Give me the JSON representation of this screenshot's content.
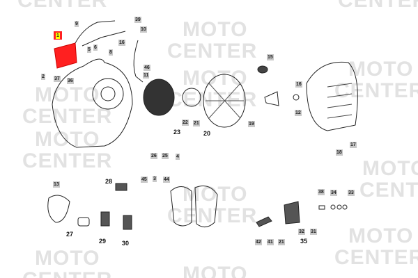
{
  "watermark": {
    "line1": "MOTO",
    "line2": "CENTER"
  },
  "selected_part": "1",
  "colors": {
    "highlight": "#ff2020",
    "selected_label": "#ffff00",
    "label_bg": "#c8c8c8"
  },
  "labels": [
    "39",
    "10",
    "9",
    "1",
    "5",
    "6",
    "8",
    "16",
    "46",
    "11",
    "2",
    "37",
    "36",
    "22",
    "21",
    "23",
    "20",
    "26",
    "25",
    "4",
    "15",
    "16",
    "12",
    "19",
    "18",
    "17",
    "13",
    "28",
    "45",
    "3",
    "44",
    "27",
    "29",
    "30",
    "38",
    "34",
    "33",
    "32",
    "31",
    "35",
    "42",
    "41",
    "21"
  ]
}
